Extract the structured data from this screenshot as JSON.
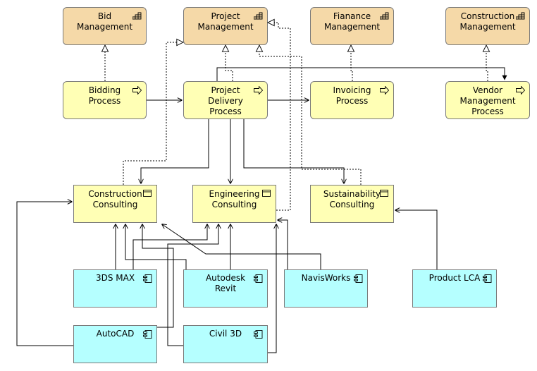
{
  "capabilities": [
    {
      "id": "bid",
      "label": "Bid\nManagement",
      "icon": "capability-icon"
    },
    {
      "id": "pm",
      "label": "Project\nManagement",
      "icon": "capability-icon"
    },
    {
      "id": "fin",
      "label": "Fianance\nManagement",
      "icon": "capability-icon"
    },
    {
      "id": "con",
      "label": "Construction\nManagement",
      "icon": "capability-icon"
    }
  ],
  "processes": [
    {
      "id": "bidproc",
      "label": "Bidding\nProcess",
      "icon": "process-arrow-icon"
    },
    {
      "id": "pdp",
      "label": "Project\nDelivery\nProcess",
      "icon": "process-arrow-icon"
    },
    {
      "id": "inv",
      "label": "Invoicing\nProcess",
      "icon": "process-arrow-icon"
    },
    {
      "id": "vmp",
      "label": "Vendor\nManagement\nProcess",
      "icon": "process-arrow-icon"
    }
  ],
  "services": [
    {
      "id": "cc",
      "label": "Construction\nConsulting",
      "icon": "service-icon"
    },
    {
      "id": "ec",
      "label": "Engineering\nConsulting",
      "icon": "service-icon"
    },
    {
      "id": "sc",
      "label": "Sustainability\nConsulting",
      "icon": "service-icon"
    }
  ],
  "applications": [
    {
      "id": "max",
      "label": "3DS MAX",
      "icon": "component-icon"
    },
    {
      "id": "revit",
      "label": "Autodesk Revit",
      "icon": "component-icon"
    },
    {
      "id": "navis",
      "label": "NavisWorks",
      "icon": "component-icon"
    },
    {
      "id": "lca",
      "label": "Product LCA",
      "icon": "component-icon"
    },
    {
      "id": "acad",
      "label": "AutoCAD",
      "icon": "component-icon"
    },
    {
      "id": "c3d",
      "label": "Civil 3D",
      "icon": "component-icon"
    }
  ],
  "colors": {
    "capability": "#f5d9a8",
    "process": "#ffffb5",
    "service": "#ffffb5",
    "application": "#b5ffff",
    "border": "#7a7a7a",
    "line": "#000000"
  }
}
